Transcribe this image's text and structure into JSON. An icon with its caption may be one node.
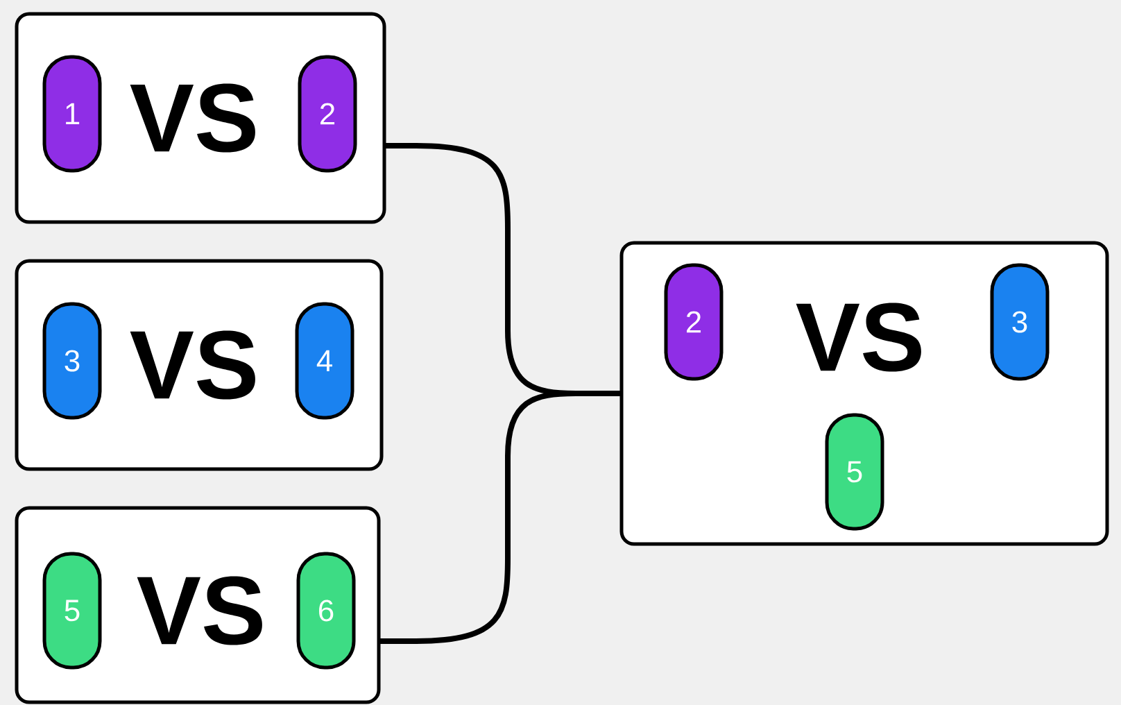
{
  "diagram": {
    "nodes": [
      {
        "text": [
          "VS"
        ]
      },
      {
        "text": [
          "1"
        ],
        "in": 0
      },
      {
        "text": [
          "2"
        ],
        "in": 0
      },
      {
        "text": [
          "VS"
        ]
      },
      {
        "text": [
          "3"
        ],
        "in": 3
      },
      {
        "text": [
          "4"
        ],
        "in": 3
      },
      {
        "text": [
          "VS"
        ]
      },
      {
        "text": [
          "5"
        ],
        "in": 6
      },
      {
        "text": [
          "6"
        ],
        "in": 6
      },
      {
        "text": [
          "VS"
        ]
      },
      {
        "text": [
          "2"
        ],
        "in": 9
      },
      {
        "text": [
          "3"
        ],
        "in": 9
      },
      {
        "text": [
          "5"
        ],
        "in": 9
      }
    ],
    "edges": [
      {
        "from": 0,
        "to": 9,
        "arrow": "none"
      },
      {
        "from": 6,
        "to": 9,
        "arrow": "none"
      }
    ]
  }
}
